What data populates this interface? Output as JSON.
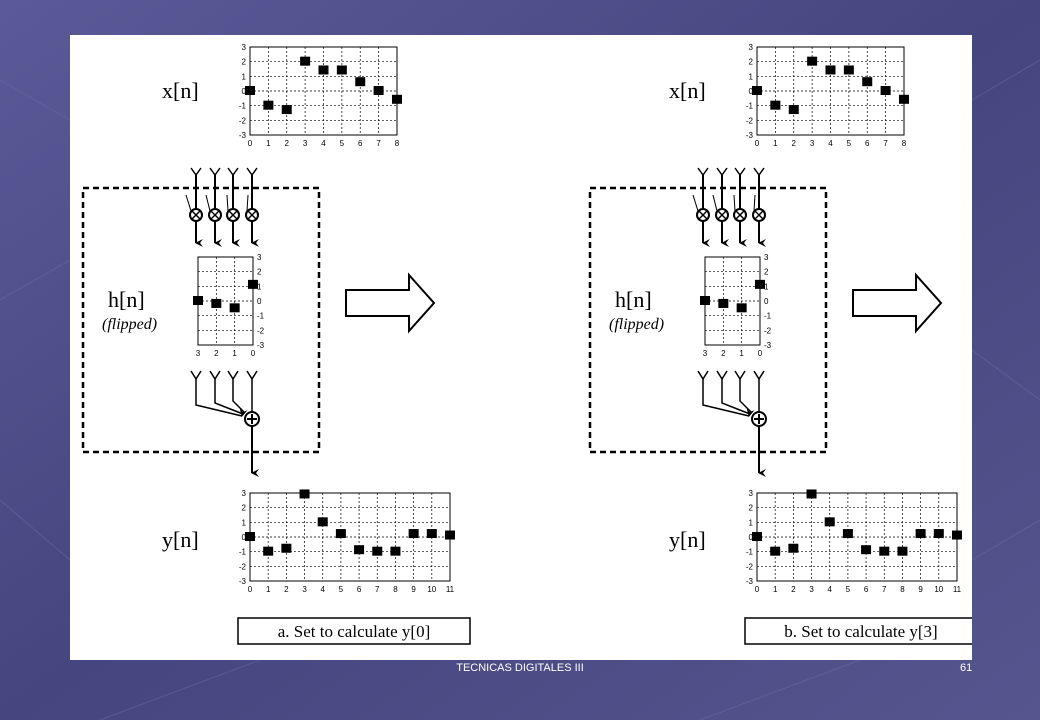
{
  "footer": {
    "title": "TECNICAS DIGITALES III",
    "page_number": "61"
  },
  "labels": {
    "x": "x[n]",
    "h": "h[n]",
    "h_sub": "(flipped)",
    "y": "y[n]"
  },
  "ticks": {
    "y_axis": [
      "3",
      "2",
      "1",
      "0",
      "-1",
      "-2",
      "-3"
    ],
    "x_short": [
      "0",
      "1",
      "2",
      "3",
      "4",
      "5",
      "6",
      "7",
      "8"
    ],
    "x_long": [
      "0",
      "1",
      "2",
      "3",
      "4",
      "5",
      "6",
      "7",
      "8",
      "9",
      "10",
      "11"
    ],
    "h_axis": [
      "3",
      "2",
      "1",
      "0"
    ]
  },
  "signals": {
    "x": [
      0,
      -1,
      -1.3,
      2,
      1.4,
      1.4,
      0.6,
      0,
      -0.6
    ],
    "h_flipped": [
      0,
      -0.2,
      -0.5,
      1.1
    ],
    "y": [
      0,
      -1,
      -0.8,
      2.9,
      1,
      0.2,
      -0.9,
      -1,
      -1,
      0.2,
      0.2,
      0.1
    ]
  },
  "panels": [
    {
      "caption": "a. Set to calculate y[0]"
    },
    {
      "caption": "b. Set to calculate y[3]"
    }
  ],
  "colors": {
    "background": "#4a4a86",
    "panel": "#ffffff",
    "ink": "#000000"
  }
}
